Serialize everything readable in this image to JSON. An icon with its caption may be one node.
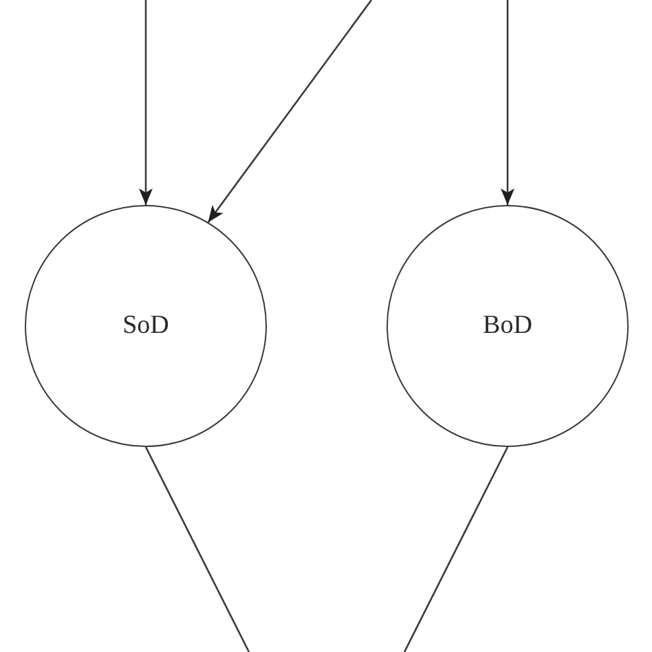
{
  "diagram": {
    "nodes": [
      {
        "text": [
          "SoD"
        ]
      },
      {
        "text": [
          "BoD"
        ]
      }
    ],
    "edges": [
      {
        "from": null,
        "to": 0,
        "arrow": "to"
      },
      {
        "from": null,
        "to": 0,
        "arrow": "to"
      },
      {
        "from": null,
        "to": 1,
        "arrow": "to"
      },
      {
        "from": 0,
        "to": null,
        "arrow": "none"
      },
      {
        "from": 1,
        "to": null,
        "arrow": "none"
      }
    ]
  }
}
